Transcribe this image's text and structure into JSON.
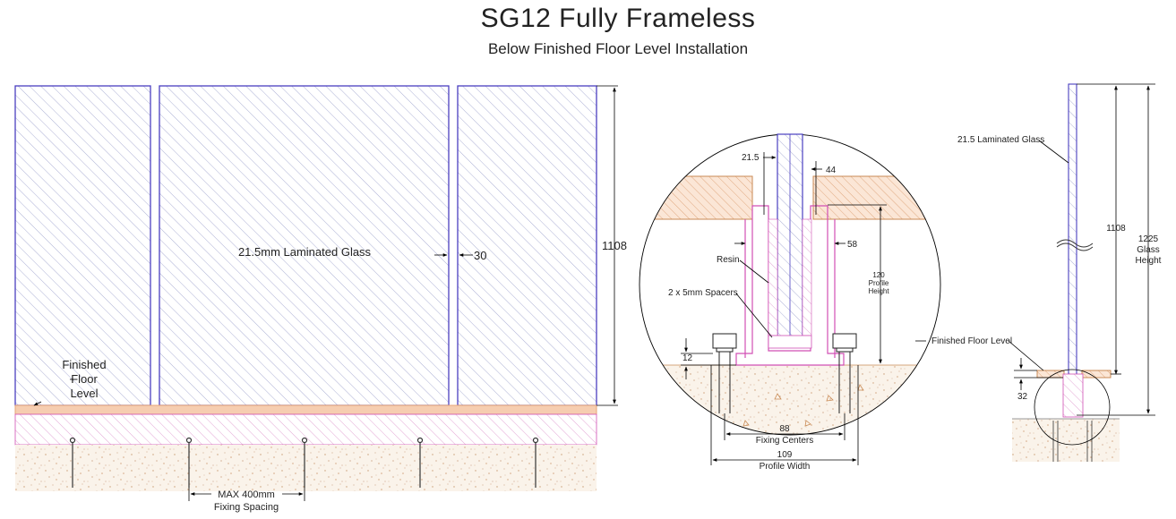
{
  "title": "SG12 Fully Frameless",
  "subtitle": "Below Finished Floor Level Installation",
  "elevation": {
    "glass_label": "21.5mm Laminated Glass",
    "gap_dim": "30",
    "height_dim": "1108",
    "floor_label": [
      "Finished",
      "Floor",
      "Level"
    ],
    "spacing_label": [
      "MAX 400mm",
      "Fixing Spacing"
    ]
  },
  "detail": {
    "glass_dim": "21.5",
    "slot_dim": "44",
    "profile_dim": "58",
    "resin_label": "Resin",
    "spacer_label": "2 x 5mm Spacers",
    "profile_height": [
      "120",
      "Profile",
      "Height"
    ],
    "base_dim": "12",
    "fixing_centers": [
      "88",
      "Fixing Centers"
    ],
    "profile_width": [
      "109",
      "Profile Width"
    ]
  },
  "section": {
    "glass_label": "21.5 Laminated Glass",
    "height_dim": "1108",
    "glass_height": [
      "1225",
      "Glass",
      "Height"
    ],
    "floor_label": "Finished Floor Level",
    "depth_dim": "32"
  },
  "colors": {
    "glass_outline": "#4a3fc0",
    "floor": "#e7a679",
    "profile": "#d14fb4",
    "concrete_speckle": "#d8b896"
  }
}
